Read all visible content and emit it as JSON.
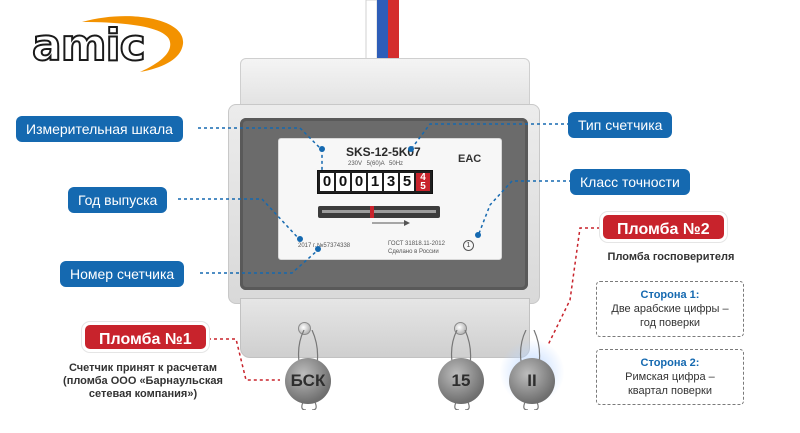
{
  "logo": {
    "text": "amic",
    "accent": "#f39200"
  },
  "meter": {
    "model": "SKS-12-5K07",
    "specs": "230V  5(60)A  50Hz",
    "mark": "EAC",
    "digits": [
      "0",
      "0",
      "0",
      "1",
      "3",
      "5"
    ],
    "fraction_top": "4",
    "fraction_bottom": "5",
    "year": "2017 г.",
    "serial": "№57374338",
    "gost_line1": "ГОСТ 31818.11-2012",
    "gost_line2": "Сделано в России",
    "accuracy_class": "1"
  },
  "callouts": {
    "scale": "Измерительная шкала",
    "year": "Год выпуска",
    "number": "Номер счетчика",
    "type": "Тип счетчика",
    "class": "Класс точности"
  },
  "seal1": {
    "title": "Пломба №1",
    "caption": [
      "Счетчик принят к расчетам",
      "(пломба ООО «Барнаульская",
      "сетевая компания»)"
    ],
    "label": "БСК"
  },
  "seal2": {
    "title": "Пломба №2",
    "caption": "Пломба госповерителя",
    "label_year": "15",
    "label_quarter": "II",
    "side1_title": "Сторона 1:",
    "side1_text": [
      "Две арабские цифры –",
      "год поверки"
    ],
    "side2_title": "Сторона 2:",
    "side2_text": [
      "Римская цифра –",
      "квартал поверки"
    ]
  },
  "colors": {
    "blue": "#1569b0",
    "red": "#c8232c"
  }
}
